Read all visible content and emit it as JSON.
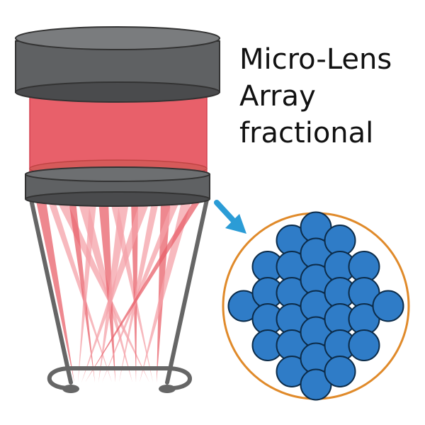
{
  "caption": {
    "lines": [
      "Micro-Lens",
      "Array",
      "fractional"
    ]
  },
  "colors": {
    "housing": "#5f6163",
    "housing_dark": "#4a4b4d",
    "housing_outline": "#333333",
    "beam": "#e8606a",
    "beam_light": "#f4a1a8",
    "lens": "#2f7cc7",
    "lens_outline": "#0c2c4a",
    "ring": "#e08a2a",
    "arrow": "#2b9cd6",
    "frame": "#666666"
  },
  "icons": {
    "pointer": "arrow-icon",
    "device": "laser-handpiece-icon",
    "array": "microlens-array-icon"
  }
}
